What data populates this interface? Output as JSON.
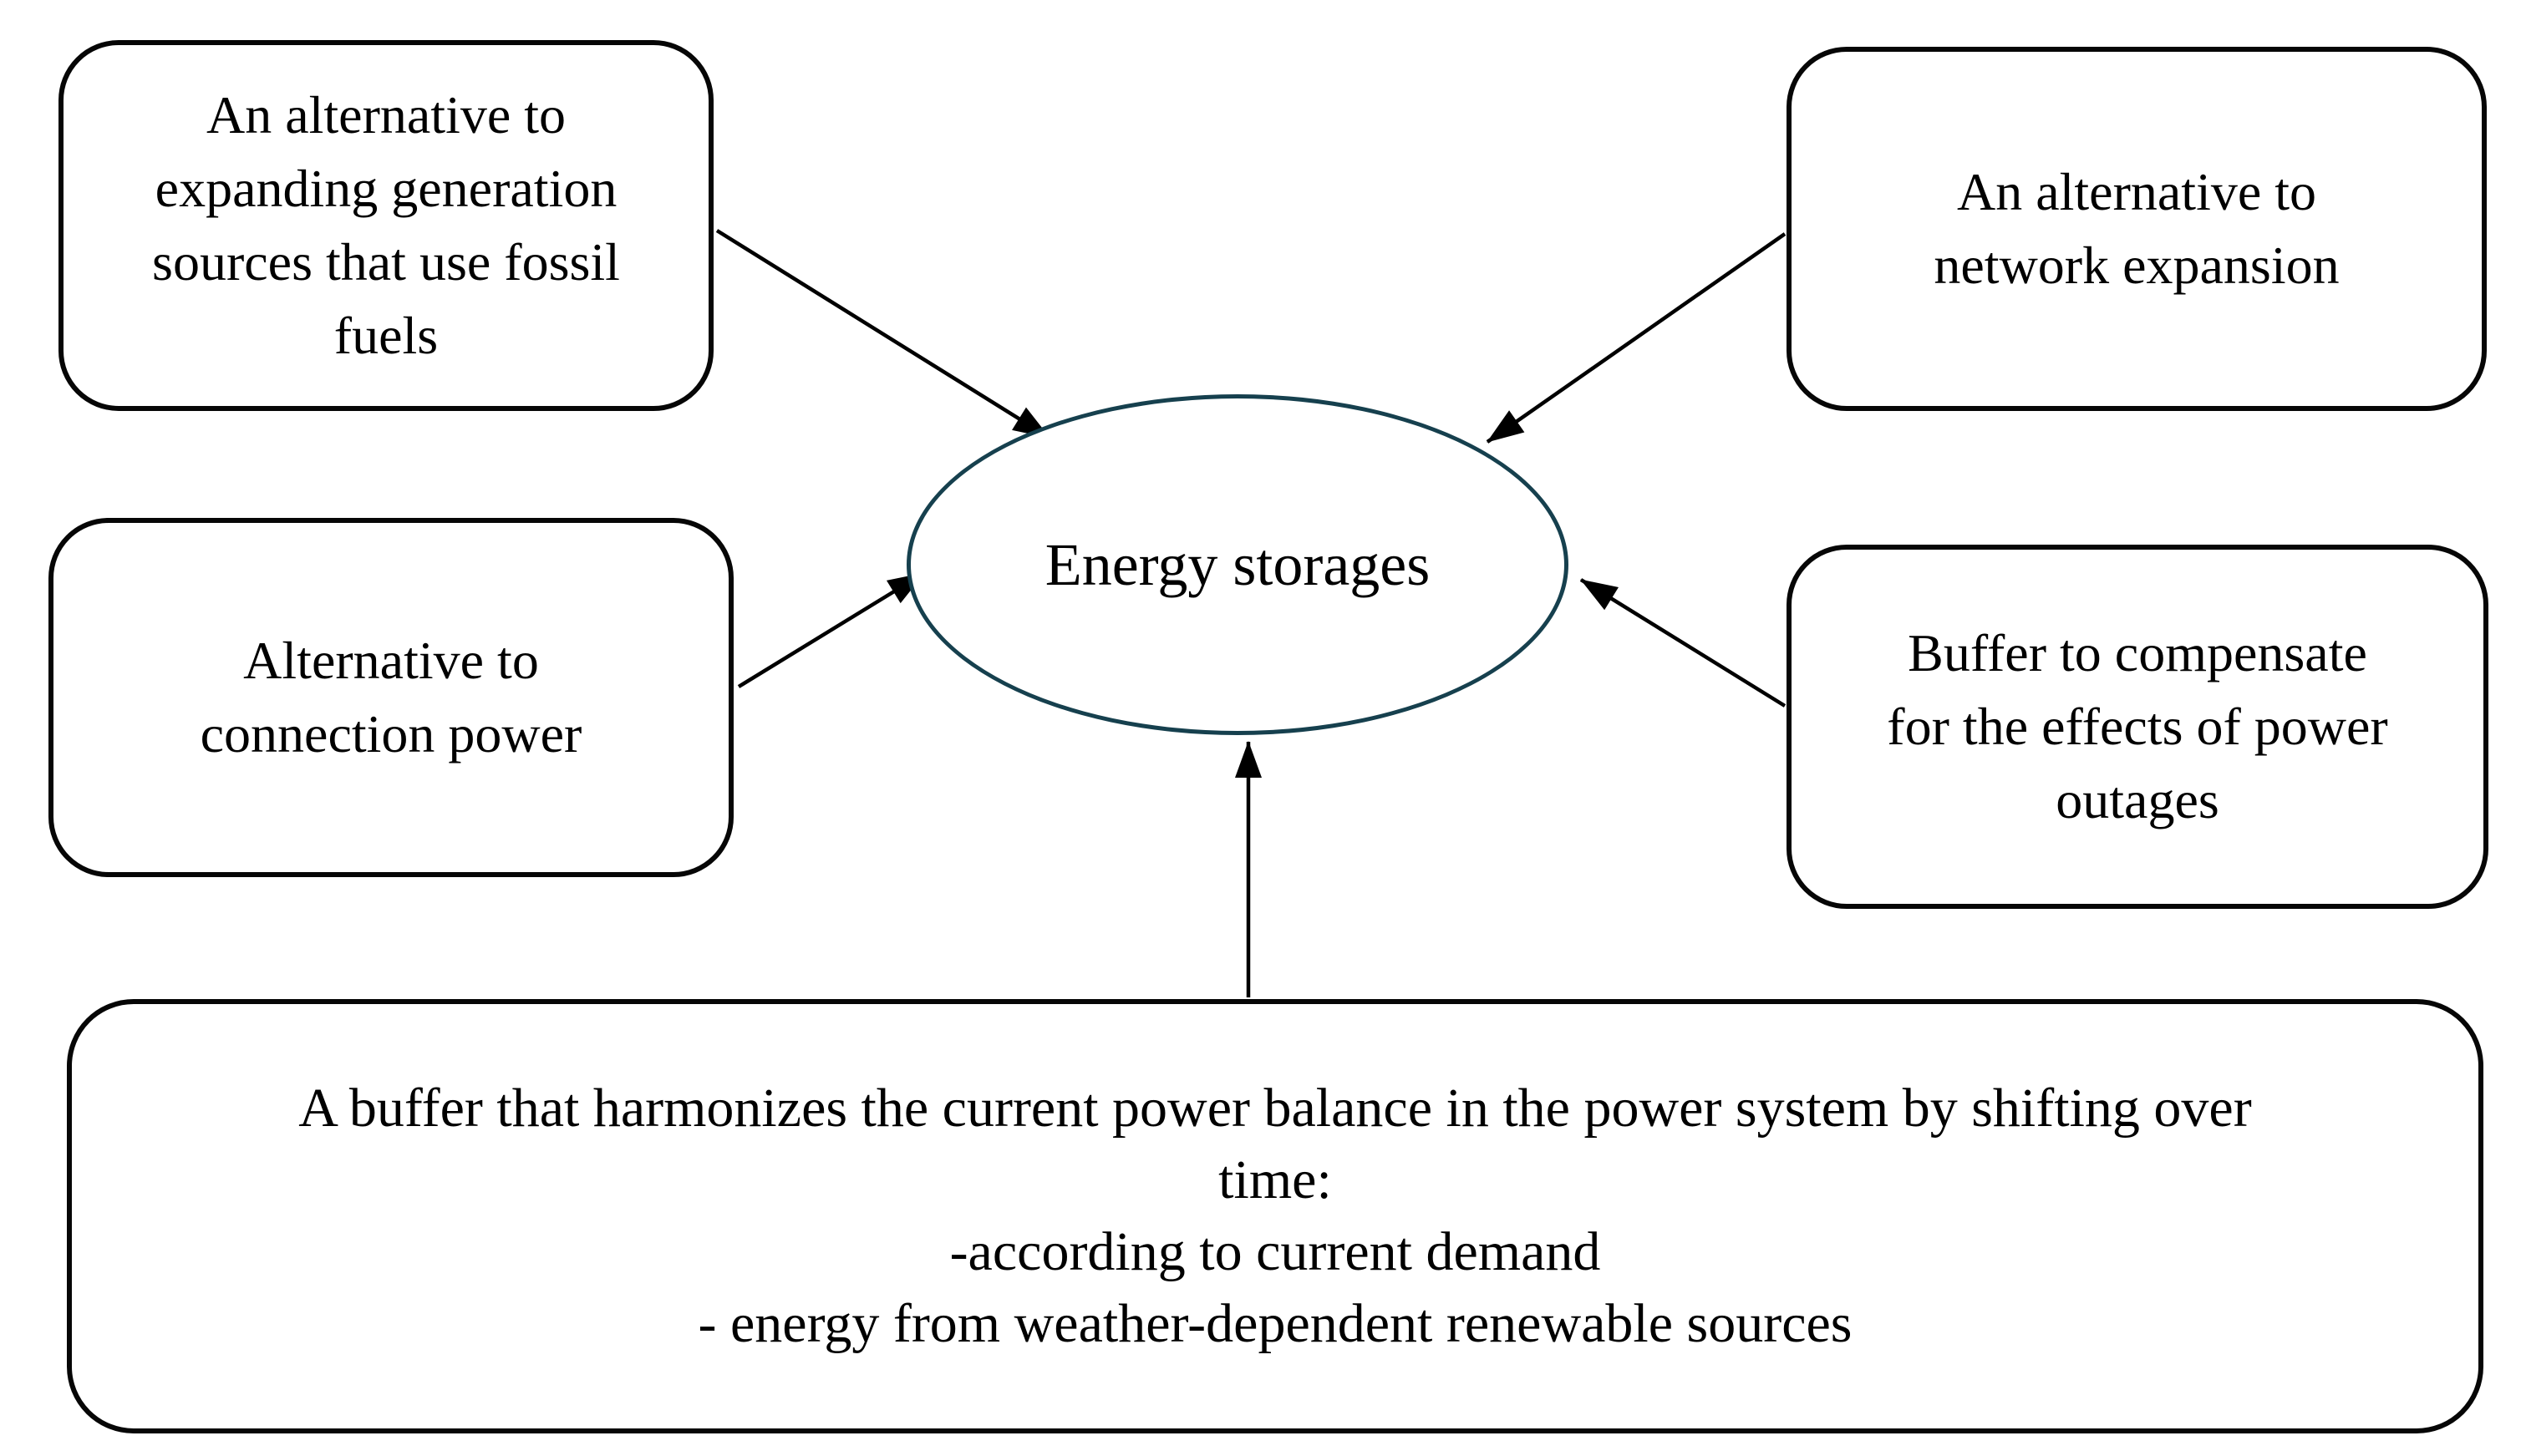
{
  "center": {
    "label": "Energy storages"
  },
  "boxes": {
    "fossil": {
      "lines": [
        "An alternative to",
        "expanding generation",
        "sources that use fossil",
        "fuels"
      ]
    },
    "network": {
      "lines": [
        "An alternative to",
        "network expansion"
      ]
    },
    "connection": {
      "lines": [
        "Alternative to",
        "connection power"
      ]
    },
    "outages": {
      "lines": [
        "Buffer to compensate",
        "for the effects of power",
        "outages"
      ]
    },
    "buffer": {
      "lines": [
        "A buffer that harmonizes the current power balance in the power system by shifting over",
        "time:",
        "-according to current demand",
        "- energy from weather-dependent renewable sources"
      ]
    }
  },
  "edges": [
    {
      "from": "fossil-alternative-box",
      "to": "energy-storages"
    },
    {
      "from": "network-expansion-box",
      "to": "energy-storages"
    },
    {
      "from": "connection-power-box",
      "to": "energy-storages"
    },
    {
      "from": "power-outages-box",
      "to": "energy-storages"
    },
    {
      "from": "power-balance-buffer-box",
      "to": "energy-storages"
    }
  ],
  "colors": {
    "background": "#ffffff",
    "box_border": "#060606",
    "ellipse_border": "#16404e",
    "text": "#000000",
    "arrow": "#000000"
  }
}
